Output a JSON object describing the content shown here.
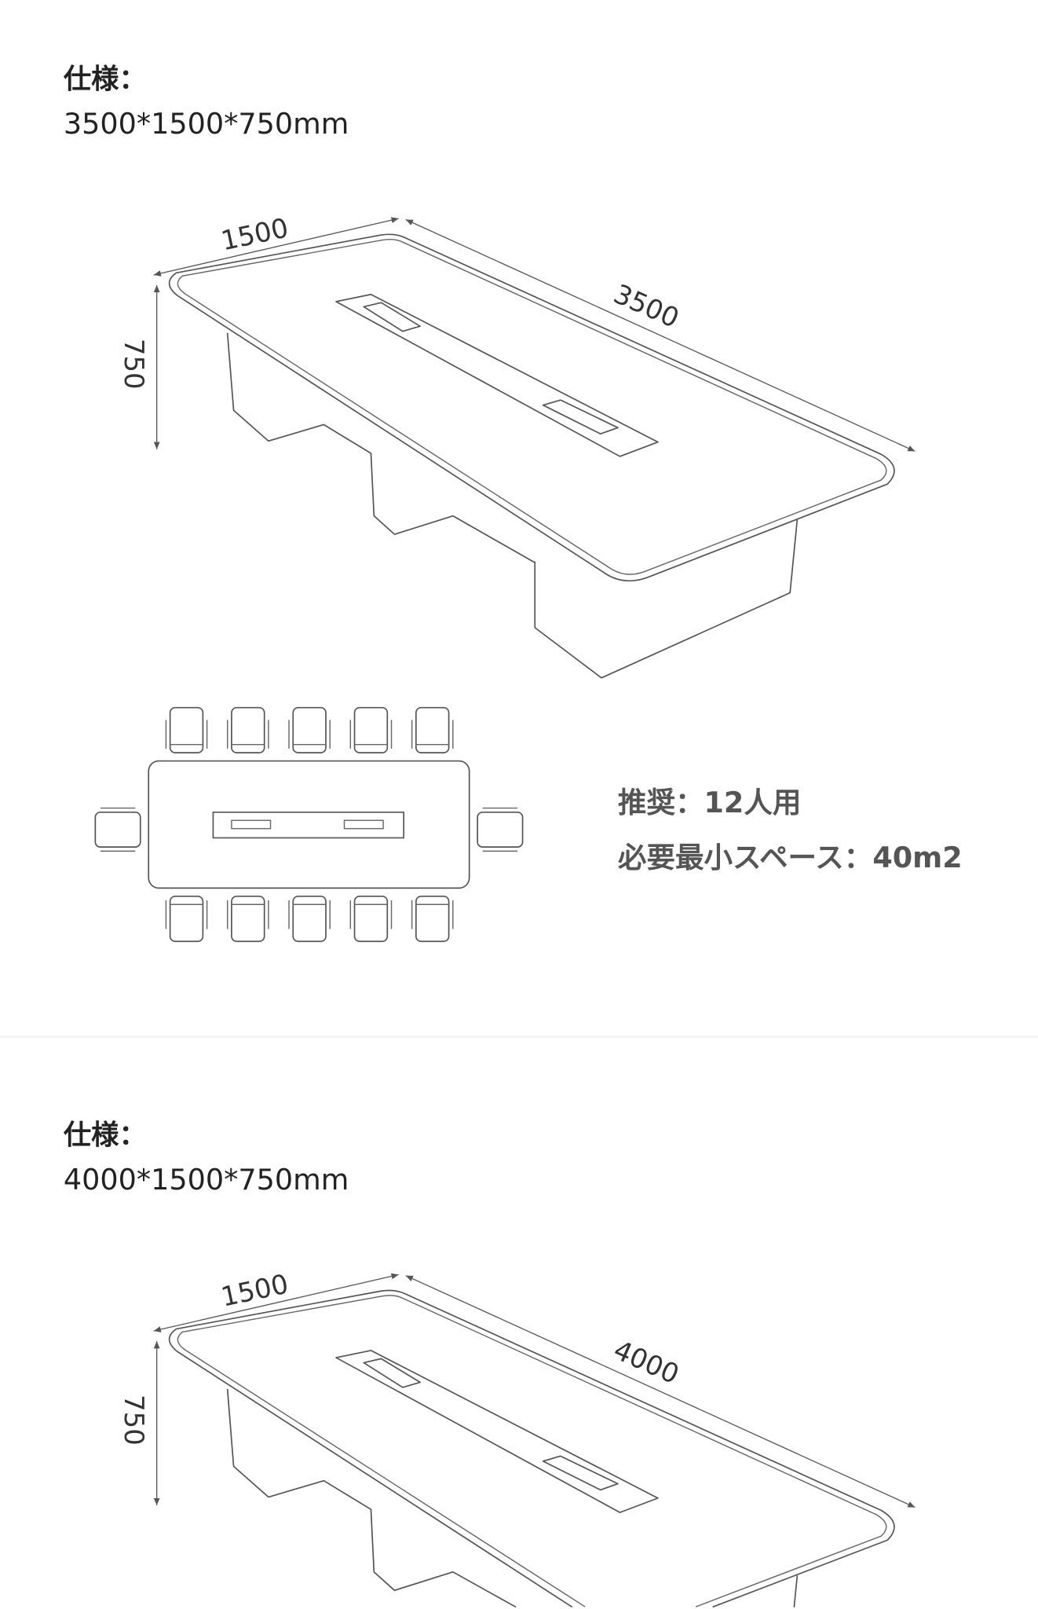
{
  "sections": [
    {
      "title": "仕様：",
      "spec": "3500*1500*750mm",
      "dims": {
        "width": "1500",
        "length": "3500",
        "height": "750"
      },
      "recommended": "推奨：12人用",
      "min_space": "必要最小スペース：40m2"
    },
    {
      "title": "仕様：",
      "spec": "4000*1500*750mm",
      "dims": {
        "width": "1500",
        "length": "4000",
        "height": "750"
      }
    }
  ]
}
